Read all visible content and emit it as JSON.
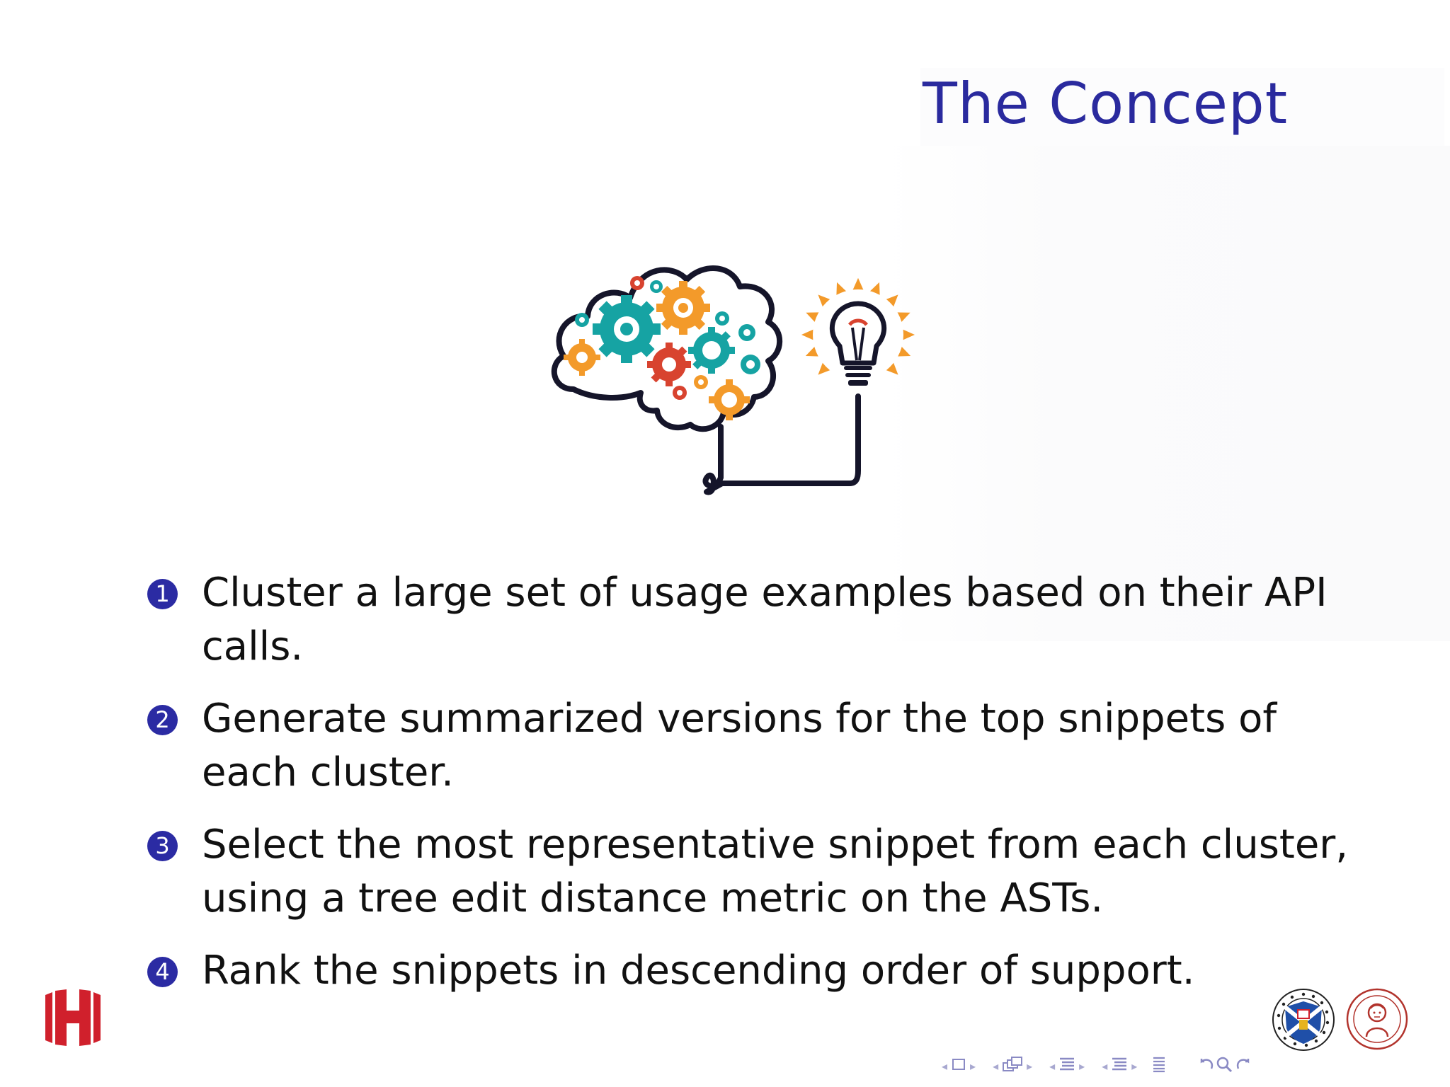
{
  "slide": {
    "title": "The Concept",
    "items": [
      {
        "number": "1",
        "text": "Cluster a large set of usage examples based on their API calls."
      },
      {
        "number": "2",
        "text": "Generate summarized versions for the top snippets of each cluster."
      },
      {
        "number": "3",
        "text": "Select the most representative snippet from each cluster, using a tree edit distance metric on the ASTs."
      },
      {
        "number": "4",
        "text": "Rank the snippets in descending order of support."
      }
    ]
  },
  "colors": {
    "title": "#2a2a9e",
    "bullet": "#2b2ba3",
    "gear_teal": "#16a3a3",
    "gear_orange": "#f39a2a",
    "gear_red": "#d8432f",
    "logo_left": "#d0202c",
    "nav": "#8a8ac4"
  },
  "icons": [
    "brain-gears-illustration",
    "lightbulb-icon",
    "h-logo",
    "university-of-edinburgh-crest",
    "aristotle-university-seal"
  ],
  "navigation": {
    "controls": [
      "frame-prev",
      "frame-icon",
      "frame-next",
      "subsection-prev",
      "subsection-icon",
      "subsection-next",
      "section-prev",
      "section-icon",
      "section-next",
      "presentation-prev",
      "presentation-icon",
      "presentation-next",
      "appendix-icon",
      "back-icon",
      "search-icon",
      "forward-icon"
    ]
  }
}
